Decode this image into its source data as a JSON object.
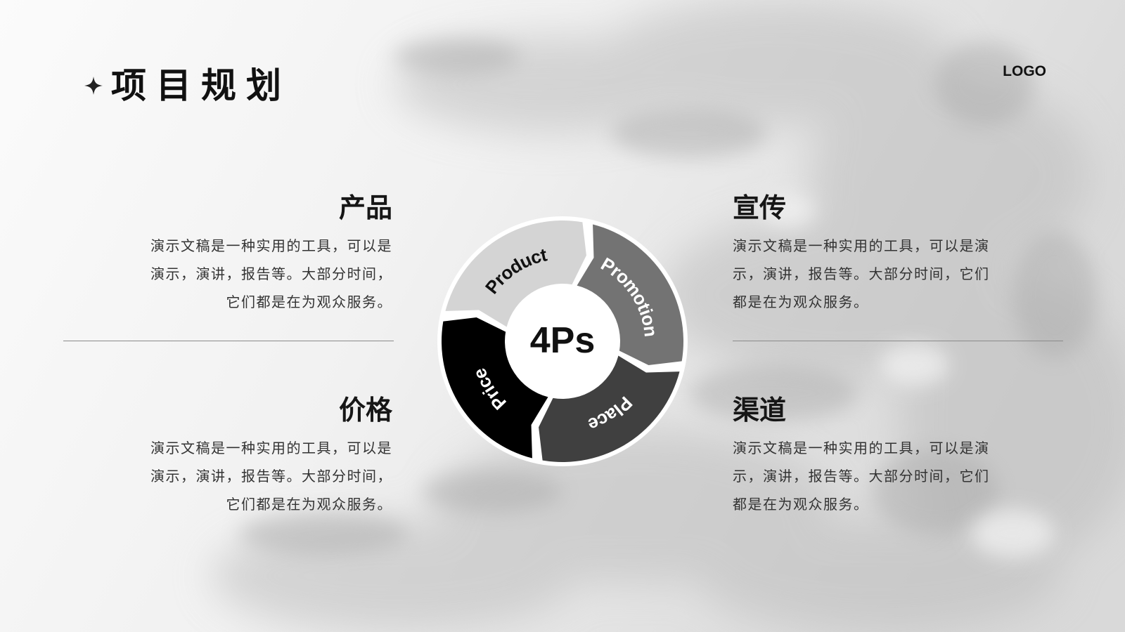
{
  "header": {
    "title": "项目规划",
    "logo": "LOGO"
  },
  "diagram": {
    "center_label": "4Ps",
    "segments": [
      {
        "label": "Product",
        "color": "#d4d4d4",
        "text_color": "#111111"
      },
      {
        "label": "Promotion",
        "color": "#737373",
        "text_color": "#ffffff"
      },
      {
        "label": "Place",
        "color": "#404040",
        "text_color": "#ffffff"
      },
      {
        "label": "Price",
        "color": "#000000",
        "text_color": "#ffffff"
      }
    ]
  },
  "blocks": {
    "product": {
      "title": "产品",
      "lines": [
        "演示文稿是一种实用的工具，可以是",
        "演示，演讲，报告等。大部分时间，",
        "它们都是在为观众服务。"
      ]
    },
    "price": {
      "title": "价格",
      "lines": [
        "演示文稿是一种实用的工具，可以是",
        "演示，演讲，报告等。大部分时间，",
        "它们都是在为观众服务。"
      ]
    },
    "promotion": {
      "title": "宣传",
      "lines": [
        "演示文稿是一种实用的工具，可以是演",
        "示，演讲，报告等。大部分时间，它们",
        "都是在为观众服务。"
      ]
    },
    "channel": {
      "title": "渠道",
      "lines": [
        "演示文稿是一种实用的工具，可以是演",
        "示，演讲，报告等。大部分时间，它们",
        "都是在为观众服务。"
      ]
    }
  }
}
